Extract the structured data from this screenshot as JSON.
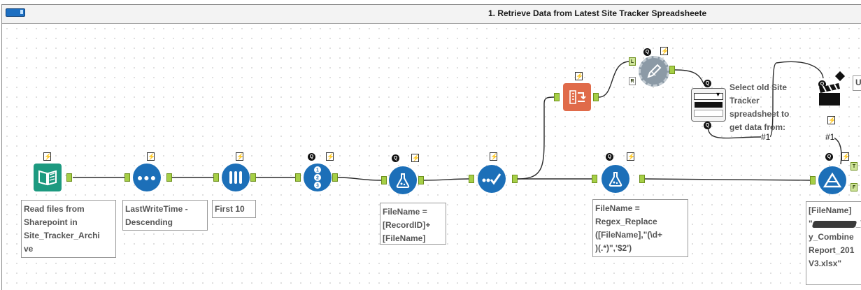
{
  "container": {
    "title": "1. Retrieve Data from Latest Site Tracker Spreadsheete"
  },
  "tools": {
    "input": {
      "label": "Read files from\nSharepoint in\nSite_Tracker_Archi\nve",
      "icon": "book-icon",
      "color": "#1d9a80"
    },
    "sort": {
      "label": "LastWriteTime -\nDescending",
      "icon": "dots-icon",
      "color": "#1c6fb8"
    },
    "sample": {
      "label": "First 10",
      "icon": "test-tubes-icon",
      "color": "#1c6fb8"
    },
    "record_id": {
      "label": "",
      "icon": "numbered-list-icon",
      "color": "#1c6fb8",
      "glyph": "123"
    },
    "formula1": {
      "label": "FileName =\n[RecordID]+\n[FileName]",
      "icon": "flask-icon",
      "color": "#1c6fb8"
    },
    "select": {
      "label": "",
      "icon": "checkmark-dots-icon",
      "color": "#1c6fb8"
    },
    "formula2": {
      "label": "FileName =\nRegex_Replace\n([FileName],\"(\\d+\n)(.*)\",'$2')",
      "icon": "flask-icon",
      "color": "#1c6fb8"
    },
    "text_to_columns": {
      "label": "",
      "icon": "text-to-columns-icon",
      "color": "#e06b4a"
    },
    "join": {
      "label": "",
      "icon": "pencil-gear-icon",
      "color": "#8c9aa6"
    },
    "dropdown": {
      "label": "",
      "icon": "dropdown-interface-icon",
      "color": "#ffffff"
    },
    "action": {
      "label": "",
      "icon": "clapperboard-icon",
      "color": "#111111",
      "text_right": "U"
    },
    "filter": {
      "label": "",
      "icon": "filter-icon",
      "color": "#1c6fb8"
    },
    "filter_annotation": {
      "line1": "[FileName]",
      "line2": "\"",
      "line2b": "_\\",
      "line3": "y_Combine",
      "line4": "Report_201",
      "line5": "V3.xlsx\""
    }
  },
  "question_label": "Select old Site\nTracker\nspreadsheet to\nget data from:",
  "connection_labels": {
    "hash1a": "#1",
    "hash1b": "#1"
  },
  "anchor_letters": {
    "left": "L",
    "right": "R",
    "true": "T",
    "false": "F",
    "question": "Q"
  },
  "badges": {
    "flash": "⚡",
    "q": "Q"
  },
  "colors": {
    "wire": "#2b2b2b",
    "anchor": "#a6cf46"
  }
}
